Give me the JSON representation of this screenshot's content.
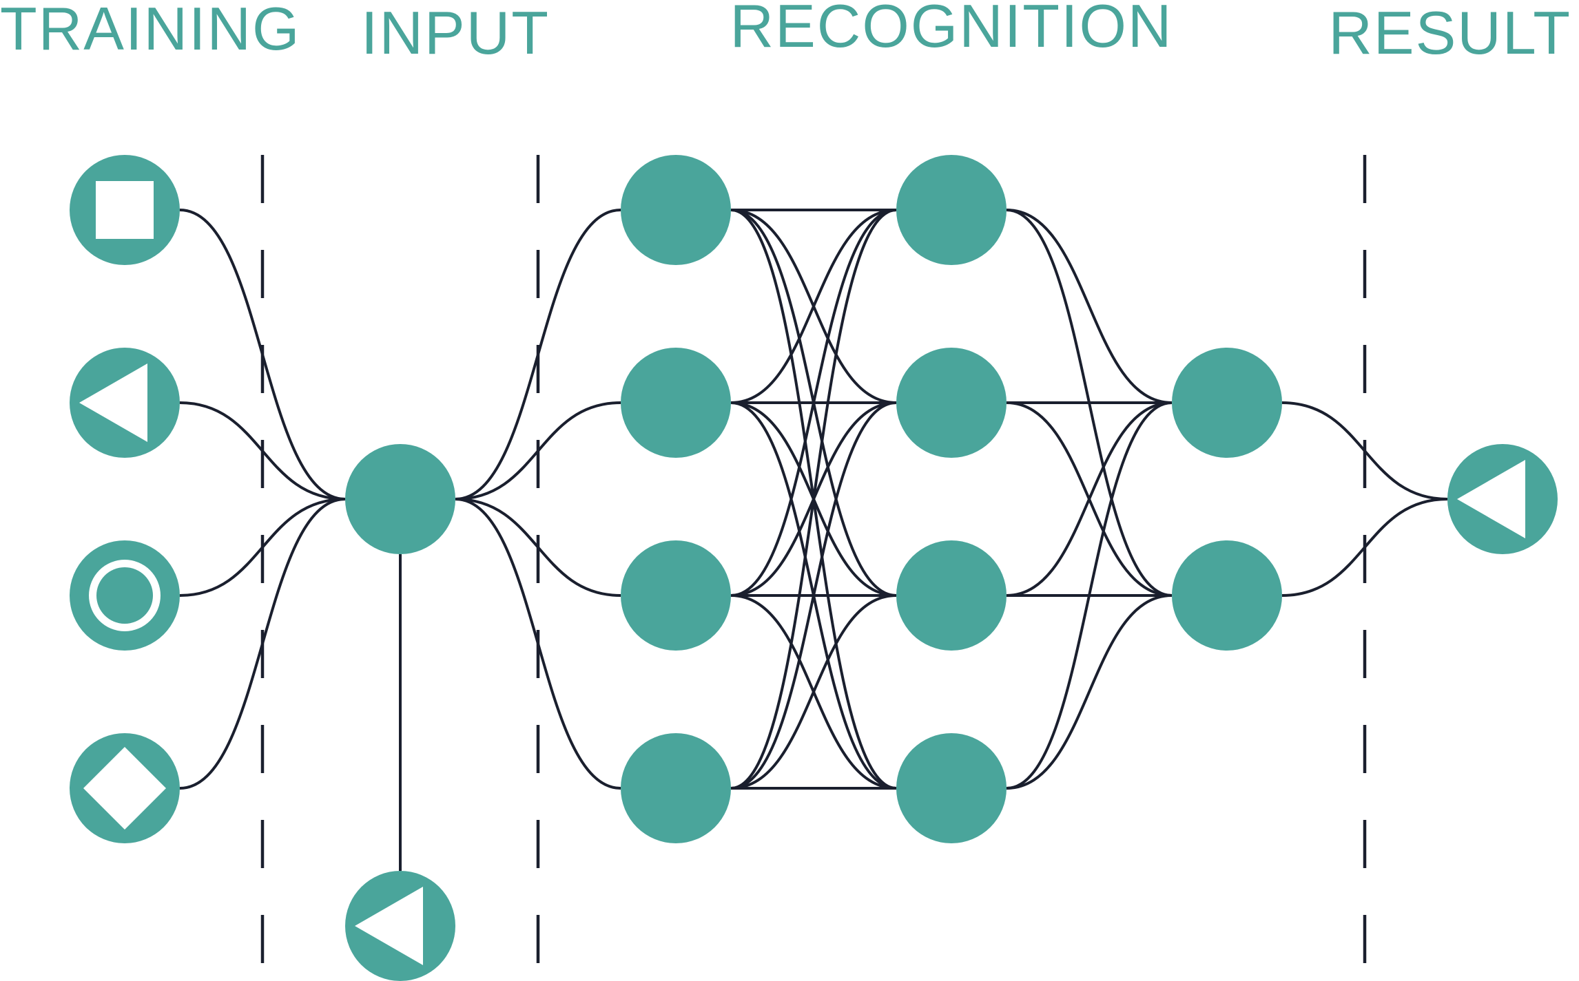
{
  "colors": {
    "node": "#4aa59b",
    "edge": "#1a1f2e",
    "label": "#4aa59b",
    "glyph": "#ffffff"
  },
  "stages": [
    {
      "id": "training",
      "label": "TRAINING"
    },
    {
      "id": "input",
      "label": "INPUT"
    },
    {
      "id": "recognition",
      "label": "RECOGNITION"
    },
    {
      "id": "result",
      "label": "RESULT"
    }
  ],
  "nodes": [
    {
      "id": "t1",
      "stage": "training",
      "icon": "square-icon"
    },
    {
      "id": "t2",
      "stage": "training",
      "icon": "triangle-left-icon"
    },
    {
      "id": "t3",
      "stage": "training",
      "icon": "ring-icon"
    },
    {
      "id": "t4",
      "stage": "training",
      "icon": "diamond-icon"
    },
    {
      "id": "in",
      "stage": "input",
      "icon": ""
    },
    {
      "id": "q",
      "stage": "input",
      "icon": "triangle-left-icon"
    },
    {
      "id": "a1",
      "stage": "recognition",
      "icon": ""
    },
    {
      "id": "a2",
      "stage": "recognition",
      "icon": ""
    },
    {
      "id": "a3",
      "stage": "recognition",
      "icon": ""
    },
    {
      "id": "a4",
      "stage": "recognition",
      "icon": ""
    },
    {
      "id": "b1",
      "stage": "recognition",
      "icon": ""
    },
    {
      "id": "b2",
      "stage": "recognition",
      "icon": ""
    },
    {
      "id": "b3",
      "stage": "recognition",
      "icon": ""
    },
    {
      "id": "b4",
      "stage": "recognition",
      "icon": ""
    },
    {
      "id": "c1",
      "stage": "recognition",
      "icon": ""
    },
    {
      "id": "c2",
      "stage": "recognition",
      "icon": ""
    },
    {
      "id": "out",
      "stage": "result",
      "icon": "triangle-left-icon"
    }
  ],
  "edges": [
    [
      "t1",
      "in"
    ],
    [
      "t2",
      "in"
    ],
    [
      "t3",
      "in"
    ],
    [
      "t4",
      "in"
    ],
    [
      "in",
      "a1"
    ],
    [
      "in",
      "a2"
    ],
    [
      "in",
      "a3"
    ],
    [
      "in",
      "a4"
    ],
    [
      "a1",
      "b1"
    ],
    [
      "a1",
      "b2"
    ],
    [
      "a1",
      "b3"
    ],
    [
      "a1",
      "b4"
    ],
    [
      "a2",
      "b1"
    ],
    [
      "a2",
      "b2"
    ],
    [
      "a2",
      "b3"
    ],
    [
      "a2",
      "b4"
    ],
    [
      "a3",
      "b1"
    ],
    [
      "a3",
      "b2"
    ],
    [
      "a3",
      "b3"
    ],
    [
      "a3",
      "b4"
    ],
    [
      "a4",
      "b1"
    ],
    [
      "a4",
      "b2"
    ],
    [
      "a4",
      "b3"
    ],
    [
      "a4",
      "b4"
    ],
    [
      "b1",
      "c1"
    ],
    [
      "b1",
      "c2"
    ],
    [
      "b2",
      "c1"
    ],
    [
      "b2",
      "c2"
    ],
    [
      "b3",
      "c1"
    ],
    [
      "b3",
      "c2"
    ],
    [
      "b4",
      "c1"
    ],
    [
      "b4",
      "c2"
    ],
    [
      "c1",
      "out"
    ],
    [
      "c2",
      "out"
    ],
    [
      "in",
      "q"
    ]
  ]
}
